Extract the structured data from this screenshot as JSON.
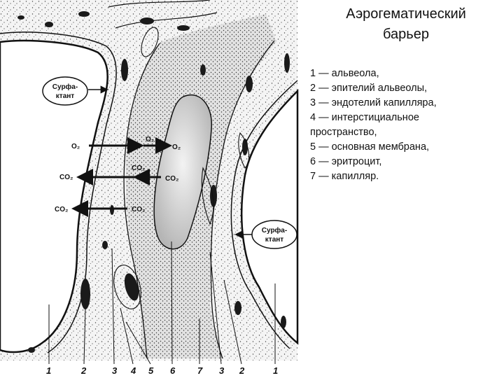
{
  "title": {
    "line1": "Аэрогематический",
    "line2": "барьер"
  },
  "legend": [
    "1 — альвеола,",
    "2 — эпителий альвеолы,",
    "3 — эндотелий капилляра,",
    "4 — интерстициальное",
    "пространство,",
    "5 — основная мембрана,",
    "6 — эритроцит,",
    "7 — капилляр."
  ],
  "diagram": {
    "surfactant_left": {
      "line1": "Сурфа-",
      "line2": "ктант"
    },
    "surfactant_right": {
      "line1": "Сурфа-",
      "line2": "ктант"
    },
    "gas_labels": {
      "o2_left": "O₂",
      "o2_mid": "O₂",
      "o2_right": "O₂",
      "co2_left_1": "CO₂",
      "co2_mid_1": "CO₂",
      "co2_right_1": "CO₂",
      "co2_left_2": "CO₂",
      "co2_mid_2": "CO₂"
    },
    "callouts": [
      "1",
      "2",
      "3",
      "4",
      "5",
      "6",
      "7",
      "3",
      "2",
      "1"
    ]
  },
  "colors": {
    "line": "#111111",
    "tissue_fill": "#e9e9e9",
    "alveolus_fill": "#ffffff",
    "cell_dark": "#1a1a1a",
    "erythrocyte_fill": "#dcdcdc"
  }
}
